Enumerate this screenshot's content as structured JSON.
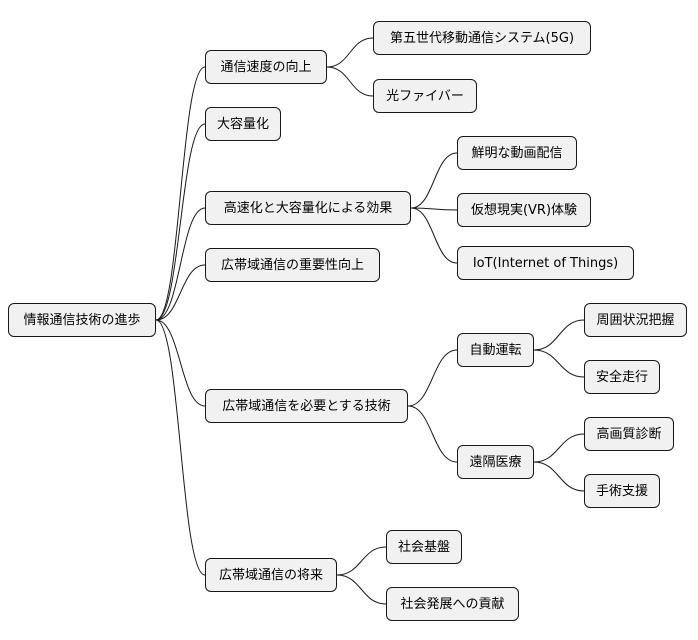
{
  "root": {
    "label": "情報通信技術の進歩",
    "children": [
      {
        "label": "通信速度の向上",
        "children": [
          {
            "label": "第五世代移動通信システム(5G)"
          },
          {
            "label": "光ファイバー"
          }
        ]
      },
      {
        "label": "大容量化"
      },
      {
        "label": "高速化と大容量化による効果",
        "children": [
          {
            "label": "鮮明な動画配信"
          },
          {
            "label": "仮想現実(VR)体験"
          },
          {
            "label": "IoT(Internet of Things)"
          }
        ]
      },
      {
        "label": "広帯域通信の重要性向上"
      },
      {
        "label": "広帯域通信を必要とする技術",
        "children": [
          {
            "label": "自動運転",
            "children": [
              {
                "label": "周囲状況把握"
              },
              {
                "label": "安全走行"
              }
            ]
          },
          {
            "label": "遠隔医療",
            "children": [
              {
                "label": "高画質診断"
              },
              {
                "label": "手術支援"
              }
            ]
          }
        ]
      },
      {
        "label": "広帯域通信の将来",
        "children": [
          {
            "label": "社会基盤"
          },
          {
            "label": "社会発展への貢献"
          }
        ]
      }
    ]
  }
}
